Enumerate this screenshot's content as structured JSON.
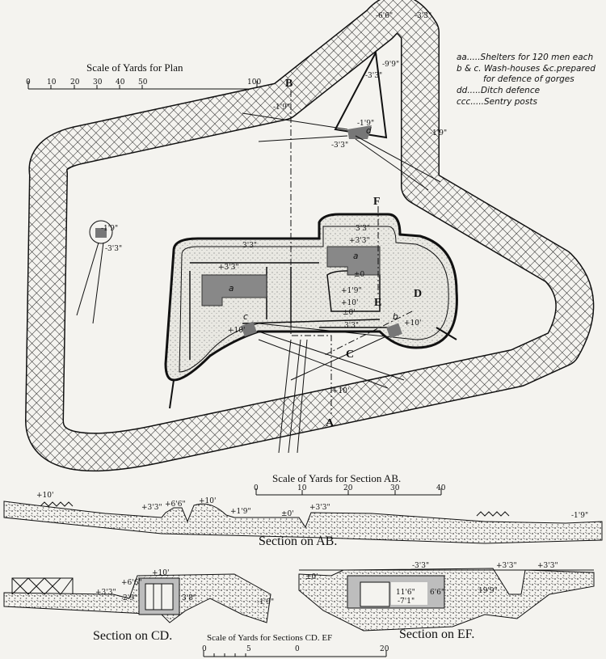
{
  "legend": [
    "aa.....Shelters for 120 men each",
    "b & c. Wash-houses &c.prepared",
    "for defence of gorges",
    "dd.....Ditch defence",
    "ccc.....Sentry posts"
  ],
  "plan_scale": {
    "title": "Scale of Yards for Plan",
    "ticks": [
      "0",
      "10",
      "20",
      "30",
      "40",
      "50",
      "100"
    ]
  },
  "section_ab_scale": {
    "title": "Scale of Yards for Section AB.",
    "ticks": [
      "0",
      "10",
      "20",
      "30",
      "40"
    ]
  },
  "section_cdef_scale": {
    "title": "Scale of Yards for Sections CD. EF",
    "ticks": [
      "0",
      "5",
      "0",
      "20"
    ]
  },
  "section_letters": {
    "a": "A",
    "b": "B",
    "c": "C",
    "d": "D",
    "e": "E",
    "f": "F"
  },
  "plan_labels": {
    "shelter_a": "a",
    "washhouse_b": "b",
    "washhouse_c": "c",
    "ditch_d": "d",
    "top_outer": "-3'3\"",
    "top_inner": "-6'6\"",
    "spike_in1": "-9'9\"",
    "spike_in2": "-3'3\"",
    "spike_low": "-1'9\"",
    "spike_right": "-1'9\"",
    "b_line": "-1'9\"",
    "near_d": "-3'3\"",
    "left_c1": "-1'9\"",
    "left_c2": "-3'3\"",
    "fort_left": "+3'3\"",
    "fort_right": "+3'3\"",
    "parapet_top1": "3'3\"",
    "parapet_top2": "3'3\"",
    "inner_zero": "±0",
    "inner_19": "+1'9\"",
    "inner_10": "+10'",
    "inner_zero2": "±0'",
    "bottom_33": "3'3\"",
    "post_left": "+10'",
    "post_right": "+10'",
    "gate": "+10'"
  },
  "section_ab": {
    "caption": "Section on AB.",
    "labels": [
      "+10'",
      "+3'3\"",
      "+6'6\"",
      "+10'",
      "+1'9\"",
      "±0'",
      "+3'3\"",
      "-1'9\""
    ]
  },
  "section_cd": {
    "caption": "Section on CD.",
    "labels": [
      "+10'",
      "+6'6\"",
      "+3'3\"",
      "2'9\"",
      "3'8\"",
      "-1'9\""
    ]
  },
  "section_ef": {
    "caption": "Section on EF.",
    "labels": [
      "±0'",
      "-3'3\"",
      "+3'3\"",
      "+3'3\"",
      "11'6\"",
      "-7'1\"",
      "6'6\"",
      "19'9\""
    ]
  },
  "colors": {
    "ink": "#111111",
    "paper": "#f4f3ef",
    "shelter": "#8a8a8a"
  }
}
